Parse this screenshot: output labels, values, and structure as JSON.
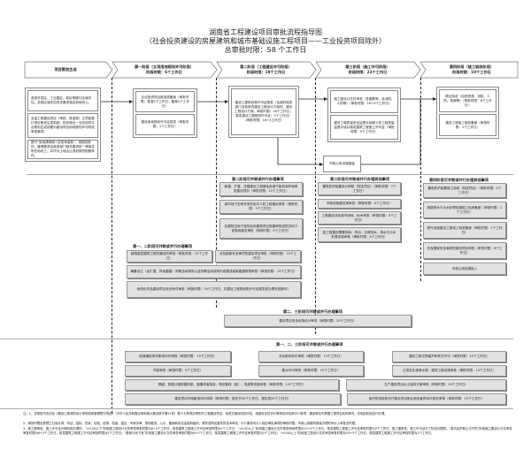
{
  "title": {
    "main": "湖南省工程建设项目审批流程指导图",
    "sub": "（社会投资建设的房屋建筑和城市基础设施工程项目——工业投资项目除外）",
    "total": "总审批时限：58 个工作日"
  },
  "stages": [
    {
      "name": "项目策划生成",
      "limit": ""
    },
    {
      "name": "第一阶段（立项用地规划许可阶段）",
      "limit": "阶段时限：6个工作日"
    },
    {
      "name": "第二阶段（工程建设许可阶段）",
      "limit": "阶段时限：19个工作日"
    },
    {
      "name": "第三阶段（施工许可阶段）",
      "limit": "阶段时限：23个工作日"
    },
    {
      "name": "第四阶段（竣工验收阶段）",
      "limit": "阶段时限：10个工作日"
    }
  ],
  "planning": [
    "各类开发区、工业园区、新区等推行区域评估，并将区域评估有关要求落实到地块上。",
    "全省工程建设项目（审批、核准类）立项前推行项目策划生成机制，将多规合一业务协同平台策划生成前置为建设项目用地规划许可阶段审批事项。",
    "推行“用地清单制+告知承诺制”，将规划条件、管理要求及政府部门相关要求统一清单并附在地块上，并作为土地出让或划拨的配套条件。"
  ],
  "stage1": [
    "企业投资项目核准或备案（审批时限：核准5个工作日，备案1个工作日）",
    "建设用地规划许可证核发（审批时限：1个工作日）"
  ],
  "stage2": [
    "建设工程规划类许可证核发（含政府相关部门涉及审查建设工程设计方案的，建设工程设计方案，审批时限：16个工作日；核发建设工程规划许可证：3个工作日）（审批时限：16+3工作日）"
  ],
  "stage3": [
    "施工图设计文件审查（多图联审，含消防、人防等）（审批时限：18+5个工作日）",
    "建设工程质量安全监督手续和人防工程质量监督手续并核发建筑工程施工许可证（审批时限：5个工作日）"
  ],
  "stage4": [
    "联合验收（自然资源、消防、人防、档案等）（审批时限：8个工作日）",
    "建设工程竣工验收备案（审批时限：2个工作日）"
  ],
  "utility": "市政公用设施报装",
  "par2": {
    "title": "第二阶段可并联或并行办理事项",
    "items": [
      "新建、扩建、改建建设工程避免危害气象探测环境审批建设项目（审批时限：11个工作日）",
      "城市地下空间开发利用中人防工程建设审批（审批时限：5个工作日）",
      "应建防空地下室的民用建筑项目报建审批或防空地下室易地建设审批（审批时限：5个工作日）"
    ]
  },
  "par3": {
    "title": "第三阶段可并联或并行办理其他事项",
    "items": [
      "雷电防护装置设计审核（特定项目）（审批时限：7个工作日）",
      "市政设施建设类审批（审批时限：5个工作日）",
      "工程建设涉及城市绿地、树木审批（审批时限：5个工作日）",
      "因工程建设需要拆除、改动、迁移供水、排水与污水处理设施审核（审批时限：5个工作日）"
    ]
  },
  "par4": {
    "title": "第四阶段可并联或并行办理其他事项",
    "items": [
      "雷电防护装置竣工验收（特定项目）（审批时限：5个工作日）",
      "城镇排水与污水处理设施竣工验收备案（审批时限：2个工作日）",
      "燃气设施建设工程竣工验收备案（审批时限：2个工作日）",
      "涉及国家安全事项的建设项目审批（审批时限：8个工作日）",
      "市政公用设施接入"
    ]
  },
  "par12": {
    "title": "第一、二阶段可并联或并行办理事项",
    "items": [
      "超限高层建筑工程抗震设防审批（审批时限：13个工作日）",
      "涉及国家安全事项的建设项目审批（审批时限：10个工作日）",
      "筹备设立（含扩建、异地重建）宗教活动场所以及宗教活动场所内改建或者新建建筑物审批（审批时限：13个工作日）",
      "危险化学品建设项目安全条件审查（审批时限：19个工作日，在建设工程规划类许可证核发前办理完成即可）"
    ]
  },
  "par23": {
    "title": "第二、三阶段可并联或并行办理事项",
    "items": [
      "建设项目安全设施设计审查（审批时限：20个工作日）"
    ]
  },
  "par123": {
    "title": "第一、二、三阶段可并联或并行办理事项",
    "items": [
      "航道通航条件影响评价审核（审批时限：13个工作日）",
      "洪水影响评价审批（审批时限：13个工作日）",
      "建设工程文物保护和考古许可（审批时限：10个工作日）",
      "节能审查（审批时限：5个工作日）",
      "取水许可审批（审批时限：10个工作日）",
      "占用农业灌溉水源、灌排工程设施审批（审批时限：13个工作日）",
      "跨越、穿越公路修建桥梁、渡槽或者架设、埋设管线（道）、电缆等设施审批（审批时限：13个工作日）",
      "生产建设项目水土保持方案审批（审批时限：10个工作日）",
      "建设项目环境影响评价审批（审批时限：报告书30个工作日，报告表20个工作日）",
      "医疗机构放射诊疗建设项目职业病危害预评价报告审核（审批时限：10个工作日）"
    ]
  },
  "notes": [
    "注：1、该类型不含涉及《建设工程消防设计审查验收管理暂行规定》（中华人民共和国住房和城乡建设部令第51号）第十七条规定情形的工程建设项目。地质灾害危险性评估、地震安全性评价等规划评估和中介事项，建设单位可根据工程项目实际情况，在相应阶段自行办理。",
    "2、审批时限自受理之日起计算。听证、招标、拍卖、检验、检测、检疫、鉴定、专家评审、现场勘查、公示、备案和依法由政府组织、委托或购买服务的技术审查、中介服务均计入相应审批事项的审批时限；市政公用服务报装办理时间计入审批总时限。",
    "3、施工图审查、施工许可证分两阶段办理的，“±0.00以下”阶段施工图设计文件审查审批时限为8+3个工作日，核发建筑工程施工许可证审批时限为2个工作日；“±0.00以上”阶段施工图设计文件审查审批时限为10+5个工作日，核发建筑工程施工许可证审批时限为2个工作日。施工图审查、施工许可证分三阶段办理的，“基坑支护和土方开挖”阶段施工图设计文件审查审批时限为6+2个工作日，核发建筑工程施工许可证审批时限为2个工作日；“基础与地下室”阶段施工图设计文件审查审批时限为8+2个工作日，核发建筑工程施工许可证审批时限为2个工作日；“±0.00以上”阶段施工图设计文件审查审批时限为10+5个工作日，核发建筑工程施工许可证审批时限为2个工作日。"
  ],
  "colors": {
    "line": "#222222",
    "box_border": "#8a8a8a",
    "parallel_fill": "#e2e2e2"
  }
}
